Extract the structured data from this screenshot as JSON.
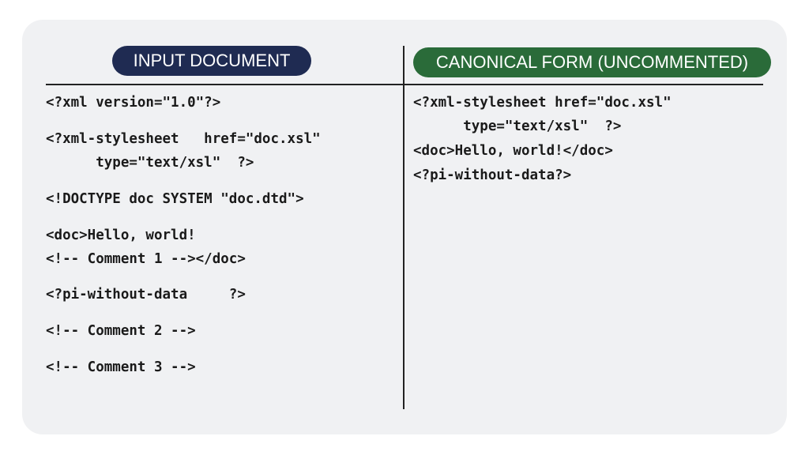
{
  "left": {
    "header": "INPUT DOCUMENT",
    "lines": [
      "<?xml version=\"1.0\"?>",
      "<?xml-stylesheet   href=\"doc.xsl\"",
      "      type=\"text/xsl\"  ?>",
      "<!DOCTYPE doc SYSTEM \"doc.dtd\">",
      "<doc>Hello, world!",
      "<!-- Comment 1 --></doc>",
      "<?pi-without-data     ?>",
      "<!-- Comment 2 -->",
      "<!-- Comment 3 -->"
    ]
  },
  "right": {
    "header": "CANONICAL FORM (UNCOMMENTED)",
    "lines": [
      "<?xml-stylesheet href=\"doc.xsl\"",
      "      type=\"text/xsl\"  ?>",
      "<doc>Hello, world!</doc>",
      "<?pi-without-data?>"
    ]
  },
  "colors": {
    "input_header_bg": "#1f2b52",
    "canonical_header_bg": "#2a6b39",
    "panel_bg": "#f0f1f3"
  }
}
